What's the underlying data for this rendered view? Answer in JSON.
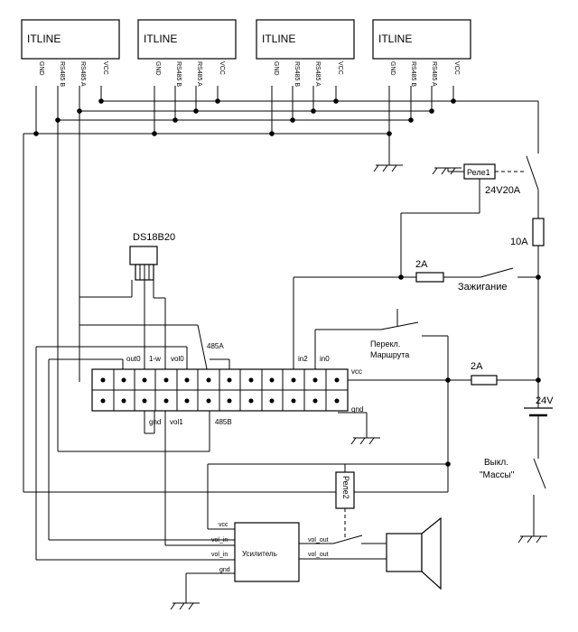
{
  "devices": [
    {
      "name": "ITLINE",
      "pins": [
        "GND",
        "RS485 B",
        "RS485 A",
        "VCC"
      ]
    },
    {
      "name": "ITLINE",
      "pins": [
        "GND",
        "RS485 B",
        "RS485 A",
        "VCC"
      ]
    },
    {
      "name": "ITLINE",
      "pins": [
        "GND",
        "RS485 B",
        "RS485 A",
        "VCC"
      ]
    },
    {
      "name": "ITLINE",
      "pins": [
        "GND",
        "RS485 B",
        "RS485 A",
        "VCC"
      ]
    }
  ],
  "sensor": {
    "label": "DS18B20"
  },
  "relays": {
    "relay1": "Реле1",
    "relay1_rating": "24V20A",
    "relay2": "Реле2"
  },
  "fuses": {
    "main": "10A",
    "ignition": "2A",
    "board": "2A"
  },
  "switches": {
    "ignition": "Зажигание",
    "route_line1": "Перекл.",
    "route_line2": "Маршрута",
    "mass_line1": "Выкл.",
    "mass_line2": "\"Массы\""
  },
  "battery": {
    "voltage": "24V"
  },
  "board": {
    "labels": {
      "out0": "out0",
      "onewire": "1-w",
      "vol0": "vol0",
      "a485": "485A",
      "in2": "in2",
      "in0": "in0",
      "vcc": "vcc",
      "gnd_bottom": "gnd",
      "vol1": "vol1",
      "b485": "485B",
      "gnd_right": "gnd"
    }
  },
  "amplifier": {
    "label": "Усилитель",
    "in_pins": [
      "vcc",
      "vol_in",
      "vol_in",
      "gnd"
    ],
    "out_pins": [
      "vol_out",
      "vol_out"
    ]
  }
}
